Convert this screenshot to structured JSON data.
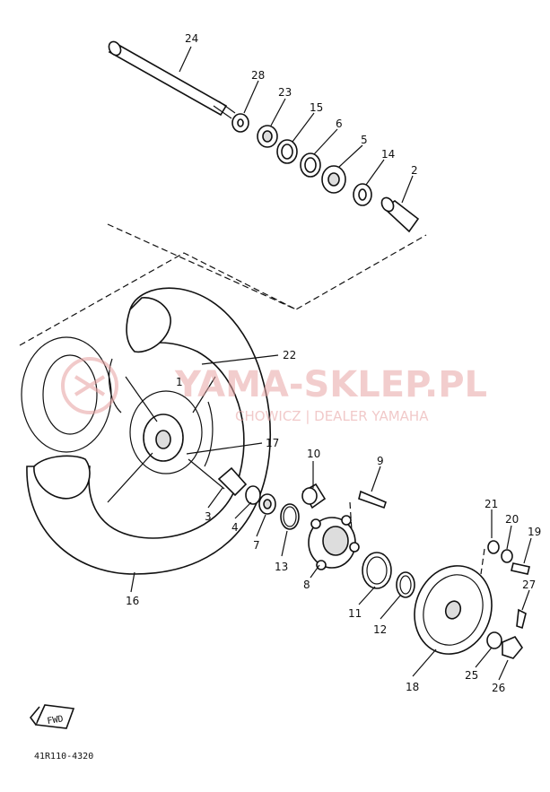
{
  "diagram": {
    "callouts": [
      "24",
      "28",
      "23",
      "15",
      "6",
      "5",
      "14",
      "2",
      "22",
      "1",
      "17",
      "10",
      "9",
      "21",
      "20",
      "19",
      "3",
      "4",
      "7",
      "13",
      "8",
      "11",
      "12",
      "27",
      "16",
      "18",
      "25",
      "26"
    ],
    "watermark": {
      "main": "YAMA-SKLEP.PL",
      "sub": "CHOWICZ | DEALER YAMAHA"
    },
    "fwd_label": "FWD",
    "part_code": "41R110-4320"
  }
}
